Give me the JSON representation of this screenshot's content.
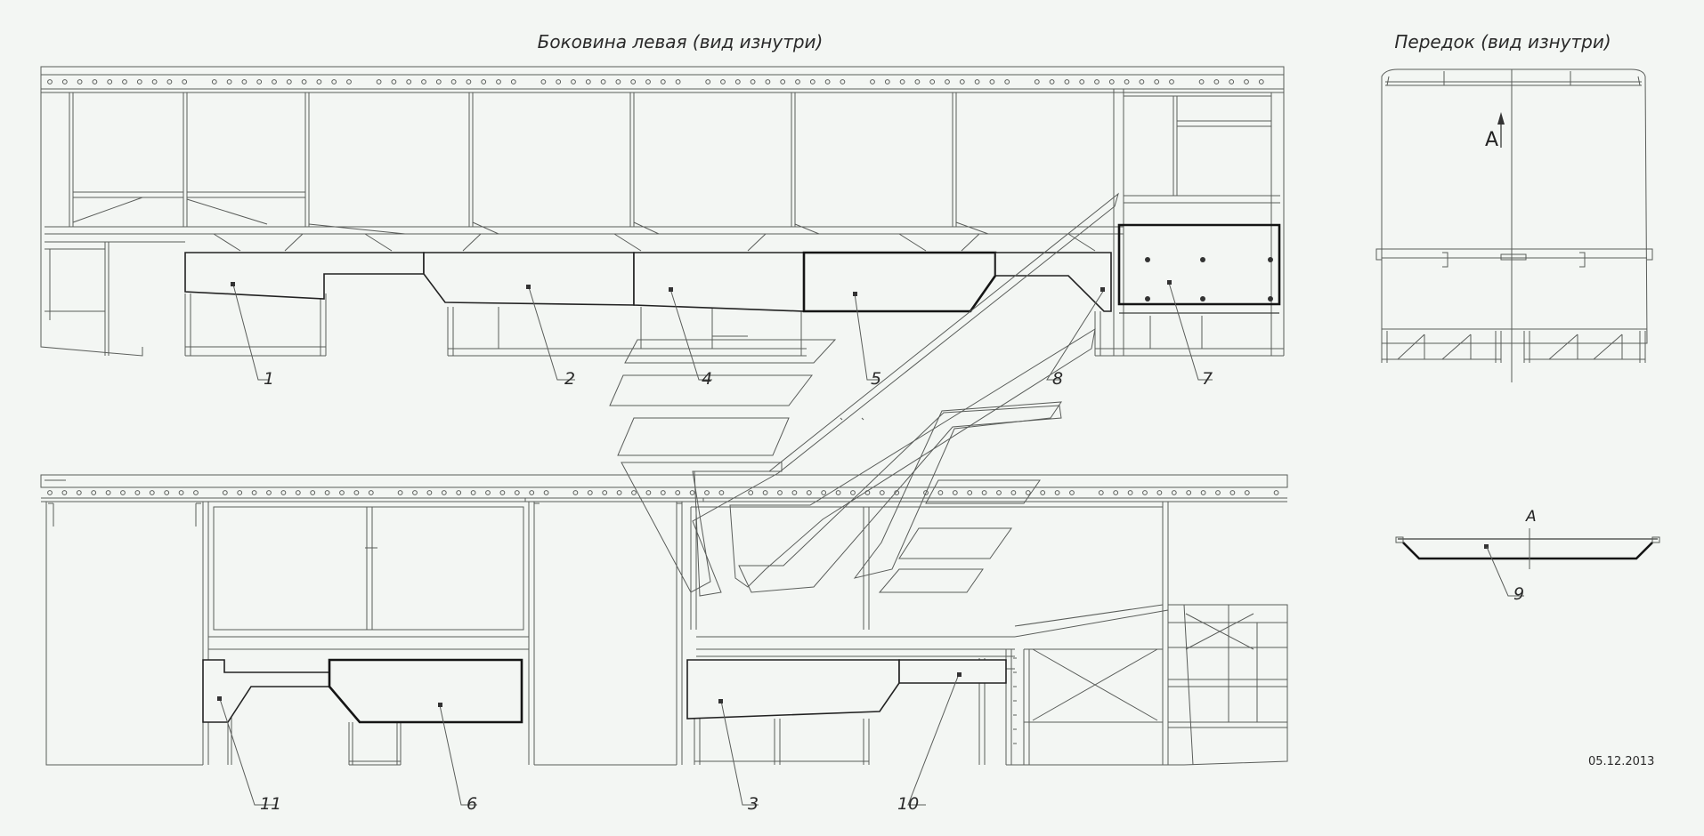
{
  "titles": {
    "side_left": "Боковина левая (вид изнутри)",
    "front": "Передок (вид изнутри)"
  },
  "section_mark": "A",
  "date": "05.12.2013",
  "parts": [
    {
      "id": "p1",
      "label": "1"
    },
    {
      "id": "p2",
      "label": "2"
    },
    {
      "id": "p4",
      "label": "4"
    },
    {
      "id": "p5",
      "label": "5"
    },
    {
      "id": "p8",
      "label": "8"
    },
    {
      "id": "p7",
      "label": "7"
    },
    {
      "id": "p9",
      "label": "9"
    },
    {
      "id": "p11",
      "label": "11"
    },
    {
      "id": "p6",
      "label": "6"
    },
    {
      "id": "p3",
      "label": "3"
    },
    {
      "id": "p10",
      "label": "10"
    }
  ]
}
